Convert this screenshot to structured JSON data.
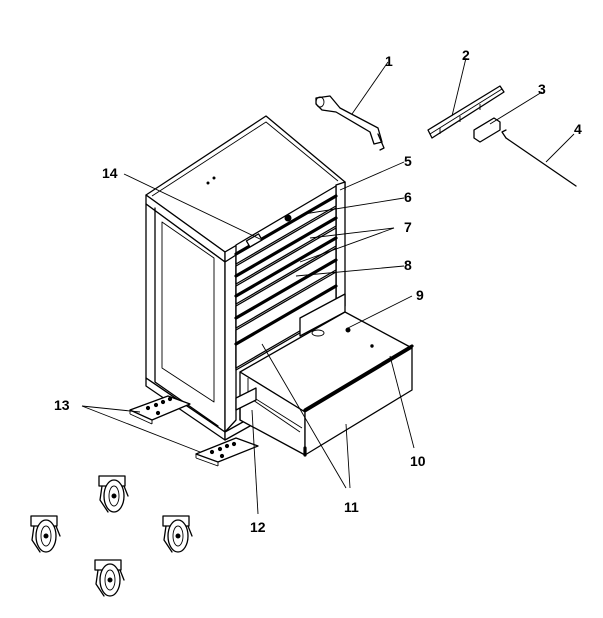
{
  "diagram": {
    "callouts": [
      "1",
      "2",
      "3",
      "4",
      "5",
      "6",
      "7",
      "8",
      "9",
      "10",
      "11",
      "12",
      "13",
      "14"
    ],
    "parts": [
      {
        "id": "1",
        "icon": "bracket-icon"
      },
      {
        "id": "2",
        "icon": "drawer-slide-icon"
      },
      {
        "id": "3",
        "icon": "small-bracket-icon"
      },
      {
        "id": "4",
        "icon": "rod-icon"
      },
      {
        "id": "5",
        "icon": "lock-bar-icon"
      },
      {
        "id": "6",
        "icon": "top-drawer-icon"
      },
      {
        "id": "7",
        "icon": "drawer-liner-icon"
      },
      {
        "id": "8",
        "icon": "drawer-icon"
      },
      {
        "id": "9",
        "icon": "screw-icon"
      },
      {
        "id": "10",
        "icon": "drawer-trim-icon"
      },
      {
        "id": "11",
        "icon": "drawer-front-icon"
      },
      {
        "id": "12",
        "icon": "bottom-rail-icon"
      },
      {
        "id": "13",
        "icon": "caster-plate-icon"
      },
      {
        "id": "14",
        "icon": "cabinet-body-icon"
      }
    ]
  }
}
